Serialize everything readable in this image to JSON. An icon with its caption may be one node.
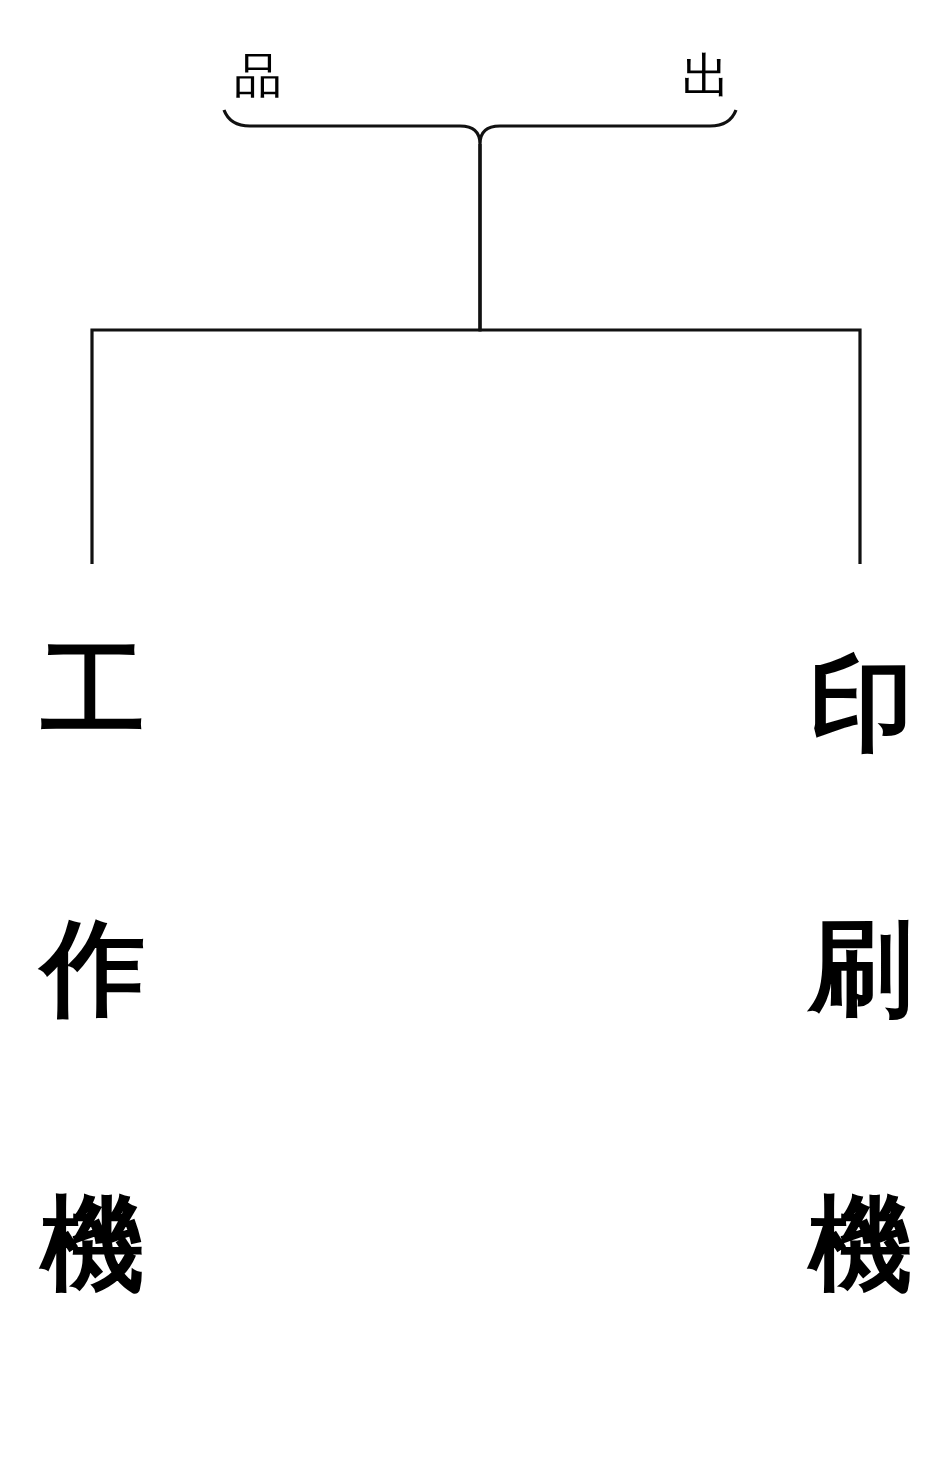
{
  "diagram": {
    "nodes": [
      {
        "text": [
          "品",
          "出"
        ]
      },
      {
        "text": [
          "工作機"
        ]
      },
      {
        "text": [
          "印刷機"
        ]
      }
    ],
    "edges": [
      {
        "from": 0,
        "to": 1,
        "arrow": "none"
      },
      {
        "from": 0,
        "to": 2,
        "arrow": "none"
      }
    ]
  }
}
